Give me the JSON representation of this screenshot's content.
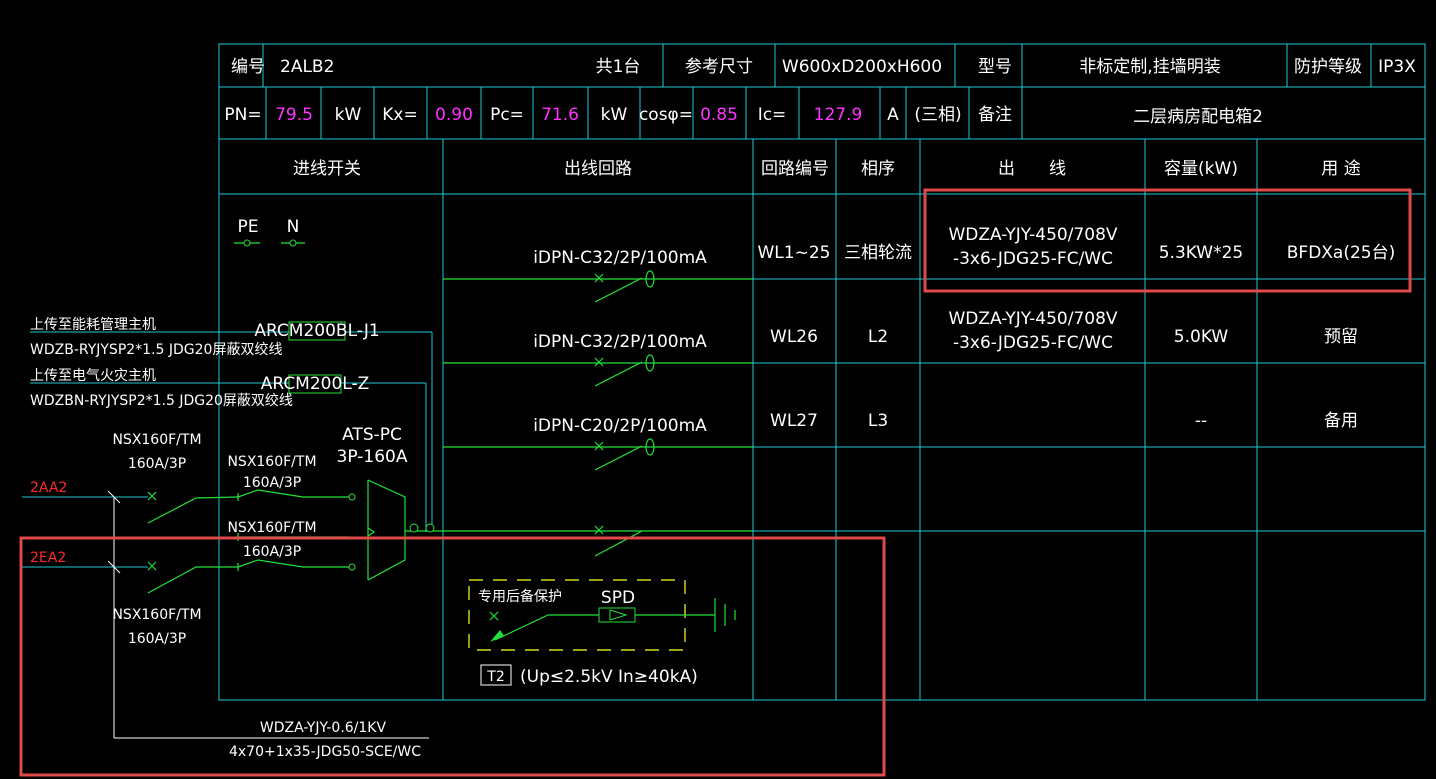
{
  "header": {
    "no_label": "编号",
    "no_value": "2ALB2",
    "qty": "共1台",
    "size_label": "参考尺寸",
    "size_value": "W600xD200xH600",
    "model_label": "型号",
    "model_value": "非标定制,挂墙明装",
    "protect_label": "防护等级",
    "protect_value": "IP3X"
  },
  "params": {
    "pn_label": "PN=",
    "pn_value": "79.5",
    "pn_unit": "kW",
    "kx_label": "Kx=",
    "kx_value": "0.90",
    "pc_label": "Pc=",
    "pc_value": "71.6",
    "pc_unit": "kW",
    "cos_label": "cosφ=",
    "cos_value": "0.85",
    "ic_label": "Ic=",
    "ic_value": "127.9",
    "ic_unit": "A",
    "phase": "(三相)",
    "note_label": "备注",
    "note_value": "二层病房配电箱2"
  },
  "columns": {
    "incoming": "进线开关",
    "outgoing": "出线回路",
    "circuit_no": "回路编号",
    "phase": "相序",
    "cable": "出　　线",
    "capacity": "容量(kW)",
    "usage": "用 途"
  },
  "rows": [
    {
      "breaker": "iDPN-C32/2P/100mA",
      "no": "WL1~25",
      "phase": "三相轮流",
      "cable_1": "WDZA-YJY-450/708V",
      "cable_2": "-3x6-JDG25-FC/WC",
      "capacity": "5.3KW*25",
      "usage": "BFDXa(25台)"
    },
    {
      "breaker": "iDPN-C32/2P/100mA",
      "no": "WL26",
      "phase": "L2",
      "cable_1": "WDZA-YJY-450/708V",
      "cable_2": "-3x6-JDG25-FC/WC",
      "capacity": "5.0KW",
      "usage": "预留"
    },
    {
      "breaker": "iDPN-C20/2P/100mA",
      "no": "WL27",
      "phase": "L3",
      "cable_1": "",
      "cable_2": "",
      "capacity": "--",
      "usage": "备用"
    }
  ],
  "diagram": {
    "pe": "PE",
    "n": "N",
    "feed1_title": "上传至能耗管理主机",
    "feed1_cable": "WDZB-RYJYSP2*1.5 JDG20屏蔽双绞线",
    "feed2_title": "上传至电气火灾主机",
    "feed2_cable": "WDZBN-RYJYSP2*1.5 JDG20屏蔽双绞线",
    "meter1": "ARCM200BL-J1",
    "meter2": "ARCM200L-Z",
    "src1": "2AA2",
    "src2": "2EA2",
    "nsx_top_1": "NSX160F/TM",
    "nsx_top_2": "160A/3P",
    "nsx_a_1": "NSX160F/TM",
    "nsx_a_2": "160A/3P",
    "nsx_b_1": "NSX160F/TM",
    "nsx_b_2": "160A/3P",
    "nsx_bot_1": "NSX160F/TM",
    "nsx_bot_2": "160A/3P",
    "ats_1": "ATS-PC",
    "ats_2": "3P-160A",
    "spd_box": "专用后备保护",
    "spd": "SPD",
    "t2": "T2",
    "spd_spec": "(Up≤2.5kV  In≥40kA)",
    "main_cable_1": "WDZA-YJY-0.6/1KV",
    "main_cable_2": "4x70+1x35-JDG50-SCE/WC"
  },
  "colors": {
    "grid": "#1ec8d6",
    "wire": "#22e03a",
    "highlight": "#e04a4a",
    "magenta": "#ff33ff",
    "source": "#ff2a2a"
  }
}
